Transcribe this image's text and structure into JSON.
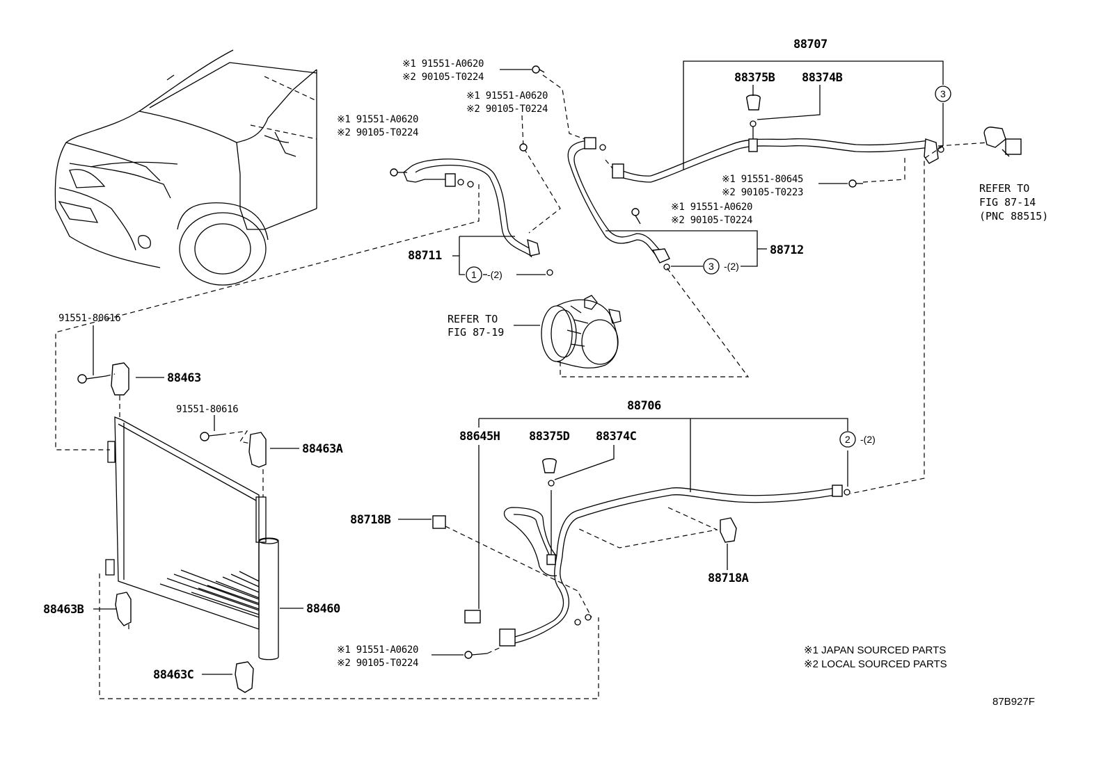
{
  "diagram_code": "87B927F",
  "part_labels": {
    "p88707": "88707",
    "p88375B": "88375B",
    "p88374B": "88374B",
    "p88711": "88711",
    "p88712": "88712",
    "p88706": "88706",
    "p88645H": "88645H",
    "p88375D": "88375D",
    "p88374C": "88374C",
    "p88718B": "88718B",
    "p88718A": "88718A",
    "p88463": "88463",
    "p88463A": "88463A",
    "p88463B": "88463B",
    "p88463C": "88463C",
    "p88460": "88460",
    "bolt_80616_a": "91551-80616",
    "bolt_80616_b": "91551-80616"
  },
  "alt_parts": {
    "a1": "※1 91551-A0620",
    "a2": "※2 90105-T0224",
    "b1": "※1 91551-A0620",
    "b2": "※2 90105-T0224",
    "c1": "※1 91551-A0620",
    "c2": "※2 90105-T0224",
    "d1": "※1 91551-80645",
    "d2": "※2 90105-T0223",
    "e1": "※1 91551-A0620",
    "e2": "※2 90105-T0224",
    "f1": "※1 91551-A0620",
    "f2": "※2 90105-T0224"
  },
  "references": {
    "fig_87_19_l1": "REFER TO",
    "fig_87_19_l2": "FIG 87-19",
    "fig_87_14_l1": "REFER TO",
    "fig_87_14_l2": "FIG 87-14",
    "fig_87_14_l3": "(PNC 88515)"
  },
  "callouts": {
    "c1_num": "1",
    "c1_qty": "-(2)",
    "c2_num": "2",
    "c2_qty": "-(2)",
    "c3_num": "3",
    "c3_qty": "-(2)",
    "c3b_num": "3"
  },
  "legend": {
    "japan": "※1 JAPAN SOURCED PARTS",
    "local": "※2 LOCAL SOURCED PARTS"
  }
}
